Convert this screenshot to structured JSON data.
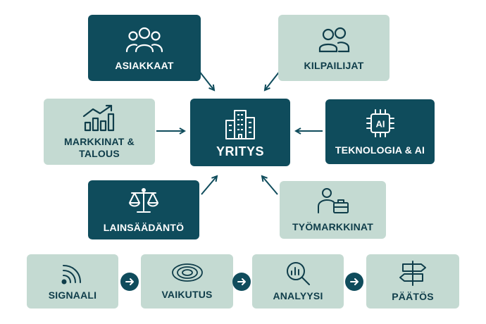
{
  "center": {
    "label": "YRITYS",
    "icon": "building-icon"
  },
  "factors": [
    {
      "id": "asiakkaat",
      "label": "ASIAKKAAT",
      "icon": "customers-icon",
      "style": "dark"
    },
    {
      "id": "kilpailijat",
      "label": "KILPAILIJAT",
      "icon": "competitors-icon",
      "style": "light"
    },
    {
      "id": "markkinat",
      "label": "MARKKINAT &\nTALOUS",
      "icon": "growth-chart-icon",
      "style": "light"
    },
    {
      "id": "teknologia",
      "label": "TEKNOLOGIA & AI",
      "icon": "ai-chip-icon",
      "style": "dark",
      "chip_text": "AI"
    },
    {
      "id": "lainsaadanto",
      "label": "LAINSÄÄDÄNTÖ",
      "icon": "scales-icon",
      "style": "dark"
    },
    {
      "id": "tyomarkkinat",
      "label": "TYÖMARKKINAT",
      "icon": "worker-briefcase-icon",
      "style": "light"
    }
  ],
  "process": [
    {
      "label": "SIGNAALI",
      "icon": "signal-icon"
    },
    {
      "label": "VAIKUTUS",
      "icon": "ripple-icon"
    },
    {
      "label": "ANALYYSI",
      "icon": "analysis-icon"
    },
    {
      "label": "PÄÄTÖS",
      "icon": "signpost-icon"
    }
  ],
  "colors": {
    "dark": "#0f4c5c",
    "light": "#c4dad2",
    "text_dark": "#0f3d4a"
  }
}
